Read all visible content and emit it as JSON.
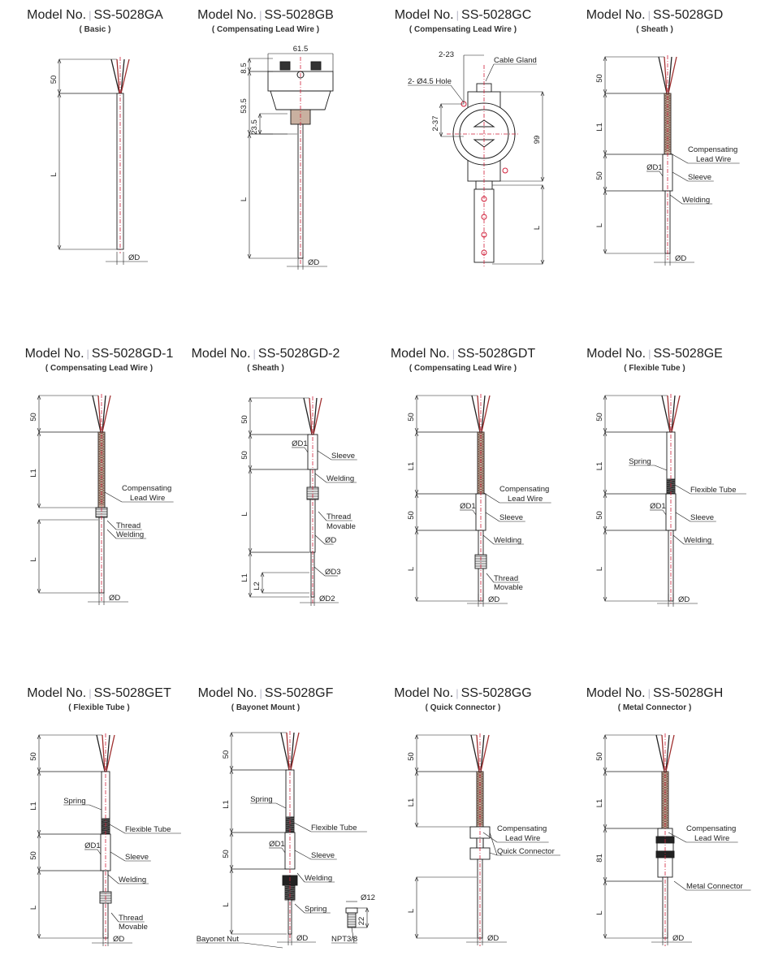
{
  "accent_colors": {
    "centerline": "#d0203a",
    "line": "#1a1a1a",
    "braid": "#7a5a4a"
  },
  "panels": [
    {
      "prefix": "Model No.",
      "model": "SS-5028GA",
      "subtitle": "( Basic )",
      "dims": [
        "50",
        "L"
      ],
      "callouts": [],
      "od": "ØD"
    },
    {
      "prefix": "Model No.",
      "model": "SS-5028GB",
      "subtitle": "( Compensating Lead Wire )",
      "dims": [
        "61.5",
        "8.5",
        "53.5",
        "23.5",
        "L"
      ],
      "callouts": [],
      "od": "ØD"
    },
    {
      "prefix": "Model No.",
      "model": "SS-5028GC",
      "subtitle": "( Compensating Lead Wire )",
      "dims": [
        "2-23",
        "2-37",
        "99",
        "L"
      ],
      "callouts": [
        "Cable Gland",
        "2- Ø4.5 Hole"
      ],
      "od": ""
    },
    {
      "prefix": "Model No.",
      "model": "SS-5028GD",
      "subtitle": "( Sheath )",
      "dims": [
        "50",
        "L1",
        "50",
        "L"
      ],
      "callouts": [
        "Compensating",
        "Lead Wire",
        "ØD1",
        "Sleeve",
        "Welding"
      ],
      "od": "ØD"
    },
    {
      "prefix": "Model No.",
      "model": "SS-5028GD-1",
      "subtitle": "( Compensating Lead Wire )",
      "dims": [
        "50",
        "L1",
        "L"
      ],
      "callouts": [
        "Compensating",
        "Lead Wire",
        "Thread",
        "Welding"
      ],
      "od": "ØD"
    },
    {
      "prefix": "Model No.",
      "model": "SS-5028GD-2",
      "subtitle": "( Sheath )",
      "dims": [
        "50",
        "50",
        "L",
        "L1",
        "L2"
      ],
      "callouts": [
        "ØD1",
        "Sleeve",
        "Welding",
        "Thread",
        "Movable",
        "ØD",
        "ØD3"
      ],
      "od": "ØD2"
    },
    {
      "prefix": "Model No.",
      "model": "SS-5028GDT",
      "subtitle": "( Compensating Lead Wire )",
      "dims": [
        "50",
        "L1",
        "50",
        "L"
      ],
      "callouts": [
        "Compensating",
        "Lead Wire",
        "ØD1",
        "Sleeve",
        "Welding",
        "Thread",
        "Movable"
      ],
      "od": "ØD"
    },
    {
      "prefix": "Model No.",
      "model": "SS-5028GE",
      "subtitle": "( Flexible Tube )",
      "dims": [
        "50",
        "L1",
        "50",
        "L"
      ],
      "callouts": [
        "Spring",
        "Flexible Tube",
        "ØD1",
        "Sleeve",
        "Welding"
      ],
      "od": "ØD"
    },
    {
      "prefix": "Model No.",
      "model": "SS-5028GET",
      "subtitle": "( Flexible Tube )",
      "dims": [
        "50",
        "L1",
        "50",
        "L"
      ],
      "callouts": [
        "Spring",
        "Flexible Tube",
        "ØD1",
        "Sleeve",
        "Welding",
        "Thread",
        "Movable"
      ],
      "od": "ØD"
    },
    {
      "prefix": "Model No.",
      "model": "SS-5028GF",
      "subtitle": "( Bayonet Mount )",
      "dims": [
        "50",
        "L1",
        "50",
        "L"
      ],
      "callouts": [
        "Spring",
        "Flexible Tube",
        "ØD1",
        "Sleeve",
        "Welding",
        "Spring",
        "Bayonet Nut",
        "Ø12",
        "22",
        "NPT3/8"
      ],
      "od": "ØD"
    },
    {
      "prefix": "Model No.",
      "model": "SS-5028GG",
      "subtitle": "( Quick Connector )",
      "dims": [
        "50",
        "L1",
        "L"
      ],
      "callouts": [
        "Compensating",
        "Lead Wire",
        "Quick Connector"
      ],
      "od": "ØD"
    },
    {
      "prefix": "Model No.",
      "model": "SS-5028GH",
      "subtitle": "( Metal Connector )",
      "dims": [
        "50",
        "L1",
        "81",
        "L"
      ],
      "callouts": [
        "Compensating",
        "Lead Wire",
        "Metal Connector"
      ],
      "od": "ØD"
    }
  ]
}
